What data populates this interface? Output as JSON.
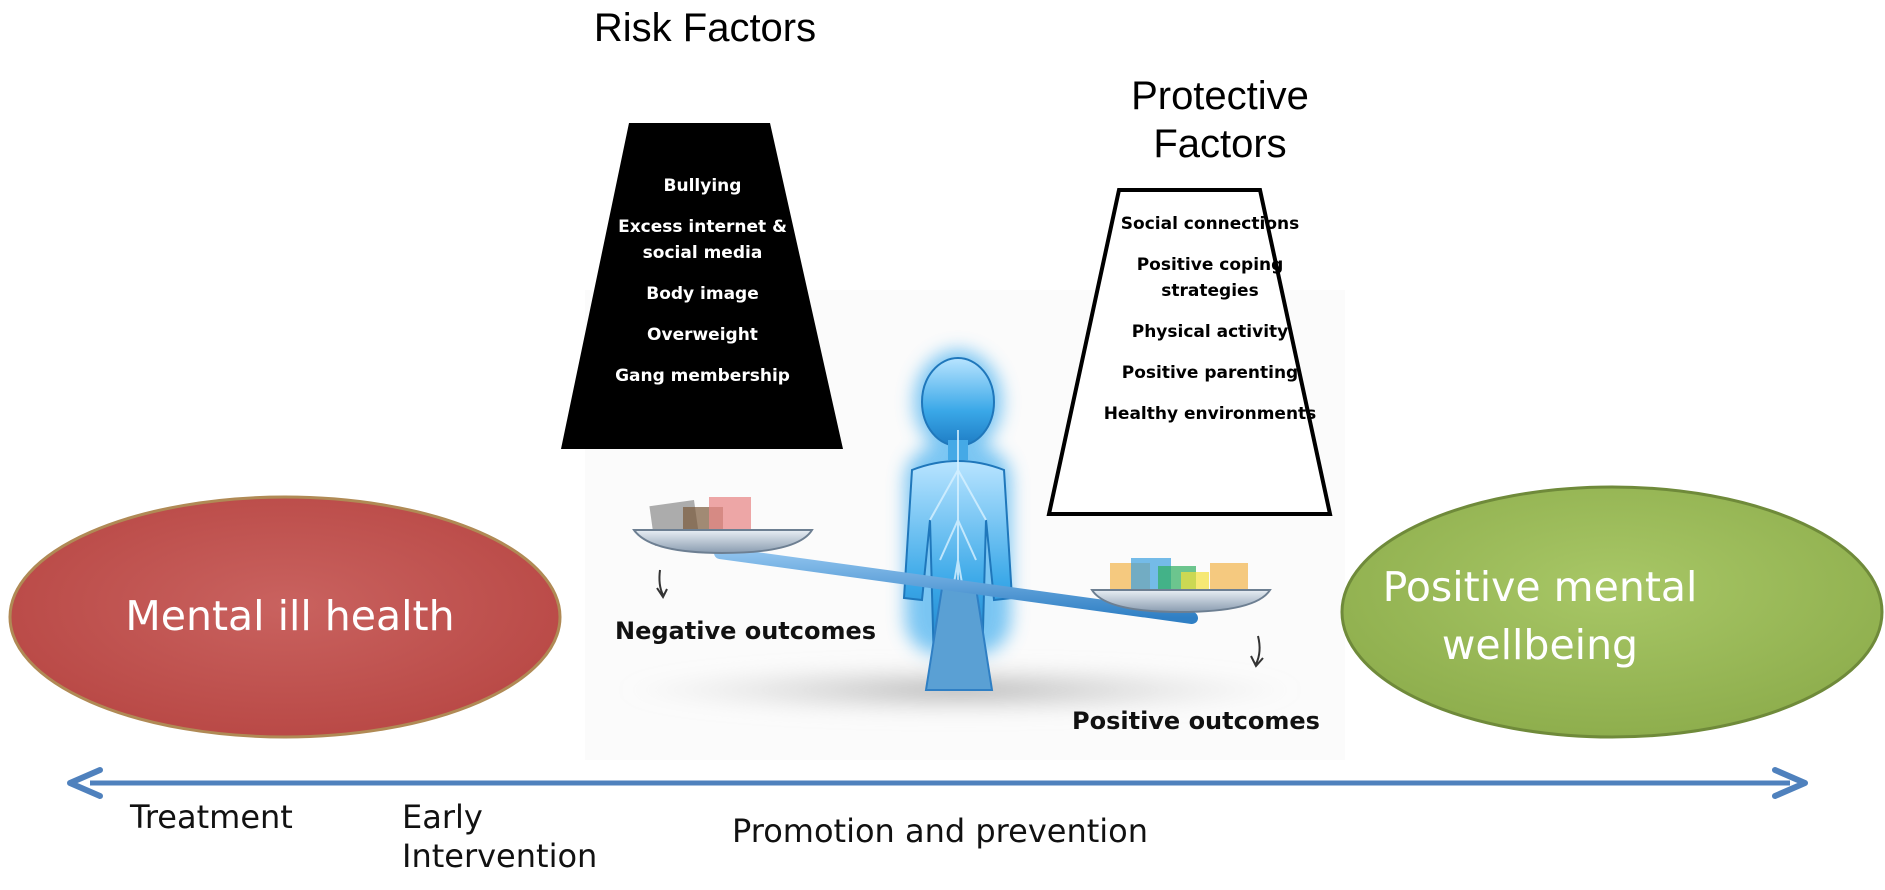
{
  "risk_factors": {
    "title": "Risk Factors",
    "items": [
      "Bullying",
      "Excess internet & social media",
      "Body image",
      "Overweight",
      "Gang membership"
    ]
  },
  "protective_factors": {
    "title": "Protective Factors",
    "items": [
      "Social connections",
      "Positive coping strategies",
      "Physical activity",
      "Positive parenting",
      "Healthy environments"
    ]
  },
  "ellipses": {
    "mental_ill_health": "Mental ill health",
    "positive_wellbeing": "Positive mental wellbeing"
  },
  "outcomes": {
    "negative": "Negative outcomes",
    "positive": "Positive outcomes"
  },
  "spectrum": {
    "treatment": "Treatment",
    "early_intervention": "Early Intervention",
    "promotion": "Promotion and prevention"
  },
  "colors": {
    "ill_health_fill": "#c0504d",
    "wellbeing_fill": "#9bbb59",
    "arrow": "#4f81bd",
    "figure_glow": "#3aa8e8",
    "risk_box": "#000000"
  }
}
